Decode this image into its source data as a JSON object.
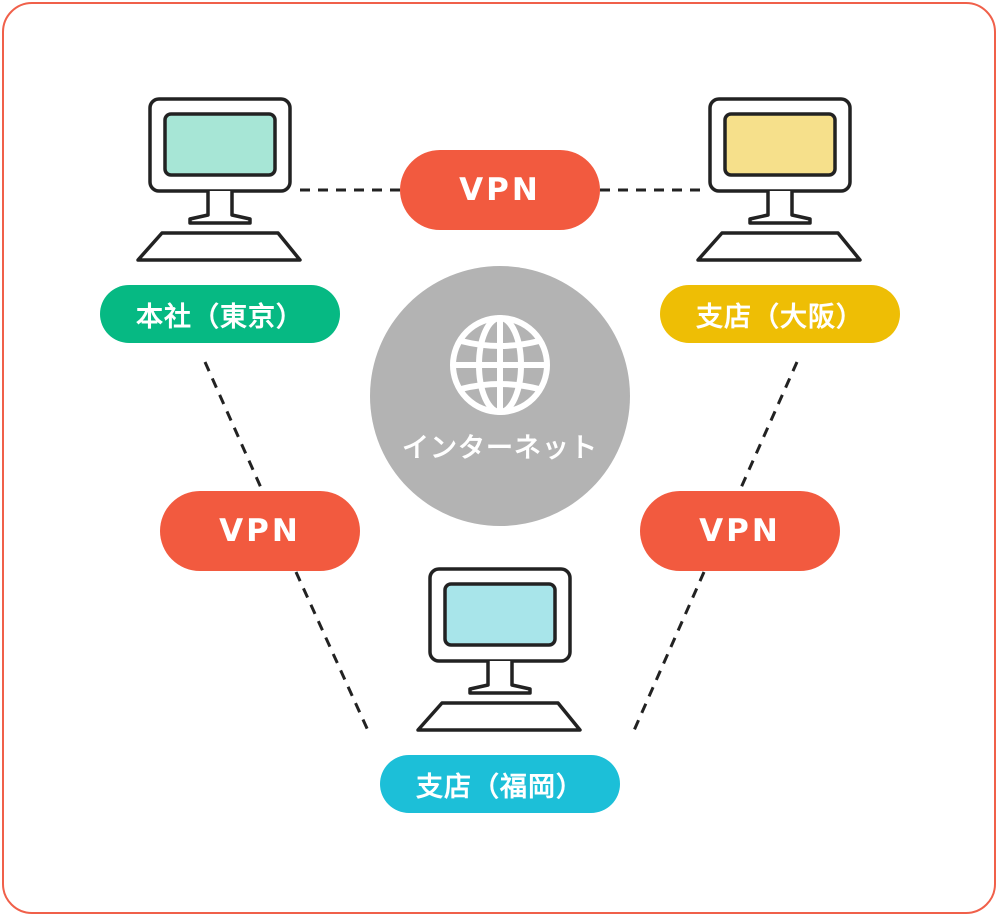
{
  "nodes": {
    "tokyo": {
      "label": "本社（東京）",
      "color": "#06b983",
      "screen_color": "#a7e6d6"
    },
    "osaka": {
      "label": "支店（大阪）",
      "color": "#eebe05",
      "screen_color": "#f6e08b"
    },
    "fukuoka": {
      "label": "支店（福岡）",
      "color": "#1cbfd8",
      "screen_color": "#a8e5ea"
    }
  },
  "links": {
    "top": {
      "label": "VPN"
    },
    "left": {
      "label": "VPN"
    },
    "right": {
      "label": "VPN"
    }
  },
  "internet": {
    "label": "インターネット",
    "icon": "globe-icon"
  },
  "colors": {
    "frame": "#f0604a",
    "vpn": "#f25a3f",
    "internet": "#b3b3b3"
  }
}
